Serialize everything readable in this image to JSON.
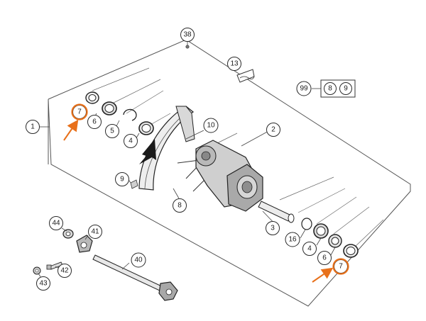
{
  "diagram": {
    "accent_color": "#e8701a",
    "callouts": {
      "c38": "38",
      "c13": "13",
      "c99": "99",
      "c99a": "8",
      "c99b": "9",
      "c1": "1",
      "c7a": "7",
      "c6a": "6",
      "c5": "5",
      "c4a": "4",
      "c10": "10",
      "c2": "2",
      "c9": "9",
      "c8": "8",
      "c3": "3",
      "c16": "16",
      "c4b": "4",
      "c6b": "6",
      "c7b": "7",
      "c44": "44",
      "c41": "41",
      "c40": "40",
      "c42": "42",
      "c43": "43"
    },
    "highlighted": [
      "7"
    ],
    "icons": [
      "rotation-direction-arrow-icon",
      "orange-pointer-arrow-icon"
    ]
  }
}
